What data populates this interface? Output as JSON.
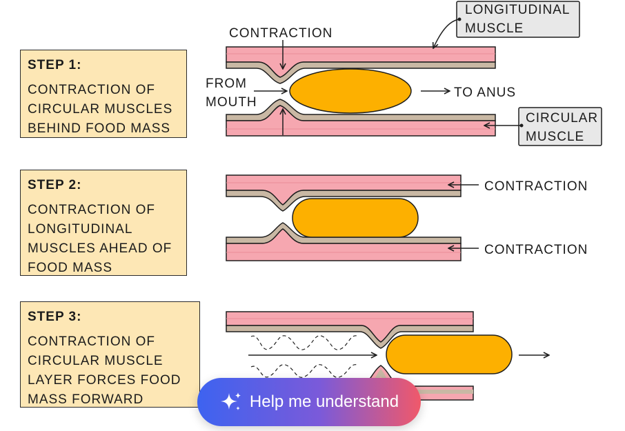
{
  "steps": [
    {
      "title": "STEP 1:",
      "lines": [
        "CONTRACTION OF",
        "CIRCULAR MUSCLES",
        "BEHIND FOOD MASS"
      ]
    },
    {
      "title": "STEP 2:",
      "lines": [
        "CONTRACTION OF",
        "LONGITUDINAL",
        "MUSCLES AHEAD OF",
        "FOOD MASS"
      ]
    },
    {
      "title": "STEP 3:",
      "lines": [
        "CONTRACTION OF",
        "CIRCULAR MUSCLE",
        "LAYER FORCES FOOD",
        "MASS FORWARD"
      ]
    }
  ],
  "labels": {
    "contraction_top": "CONTRACTION",
    "longitudinal_line1": "LONGITUDINAL",
    "longitudinal_line2": "MUSCLE",
    "from_line1": "FROM",
    "from_line2": "MOUTH",
    "to_anus": "TO ANUS",
    "circular_line1": "CIRCULAR",
    "circular_line2": "MUSCLE",
    "contraction_s2_top": "CONTRACTION",
    "contraction_s2_bottom": "CONTRACTION"
  },
  "help_button": {
    "label": "Help me understand",
    "icon": "sparkle-icon"
  },
  "colors": {
    "step_box_fill": "#fde7b5",
    "muscle_pink": "#f6a7b0",
    "muscle_dark_pink": "#e98c98",
    "inner_layer": "#c9b8a4",
    "food_mass": "#fdb000",
    "outline": "#1e1e1e",
    "label_box_fill": "#e8e8e8"
  }
}
